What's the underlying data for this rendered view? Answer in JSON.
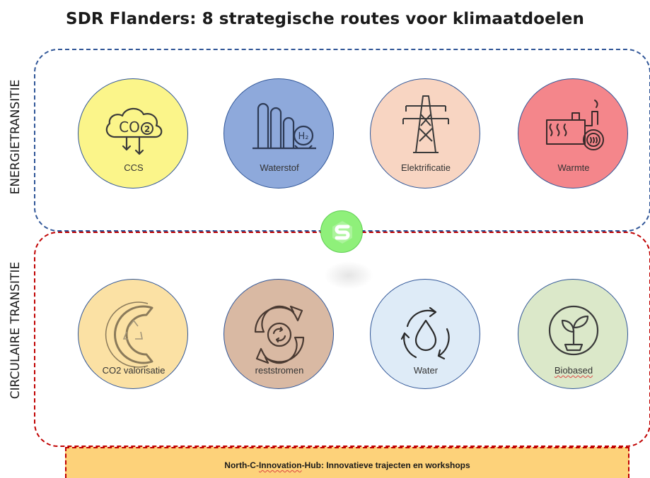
{
  "title": "SDR Flanders: 8 strategische routes voor klimaatdoelen",
  "groups": {
    "energy": {
      "label": "ENERGIETRANSITIE",
      "border_color": "#2f5597"
    },
    "circular": {
      "label": "CIRCULAIRE TRANSITIE",
      "border_color": "#c00000"
    }
  },
  "routes": {
    "ccs": {
      "label": "CCS",
      "color": "#fbf58a",
      "icon": "co2-cloud-icon"
    },
    "waterstof": {
      "label": "Waterstof",
      "color": "#8ea9db",
      "icon": "hydrogen-plant-icon"
    },
    "elektrificatie": {
      "label": "Elektrificatie",
      "color": "#f8d5c2",
      "icon": "power-pylon-icon"
    },
    "warmte": {
      "label": "Warmte",
      "color": "#f4868b",
      "icon": "heat-factory-icon"
    },
    "co2_valorisatie": {
      "label": "CO2 valorisatie",
      "color": "#fbe1a4",
      "icon": "carbon-recycle-icon"
    },
    "reststromen": {
      "label": "reststromen",
      "color": "#d9b9a3",
      "icon": "circular-arrows-icon"
    },
    "water": {
      "label": "Water",
      "color": "#deebf7",
      "icon": "water-cycle-icon"
    },
    "biobased": {
      "label": "Biobased",
      "color": "#dbe8c9",
      "icon": "seedling-icon"
    }
  },
  "center_logo": {
    "icon": "sdr-logo-icon",
    "color": "#8ff07a"
  },
  "hub": {
    "prefix": "North-C-",
    "highlight": "Innovation",
    "suffix": "-Hub: Innovatieve trajecten en workshops",
    "color": "#fdd27a"
  }
}
